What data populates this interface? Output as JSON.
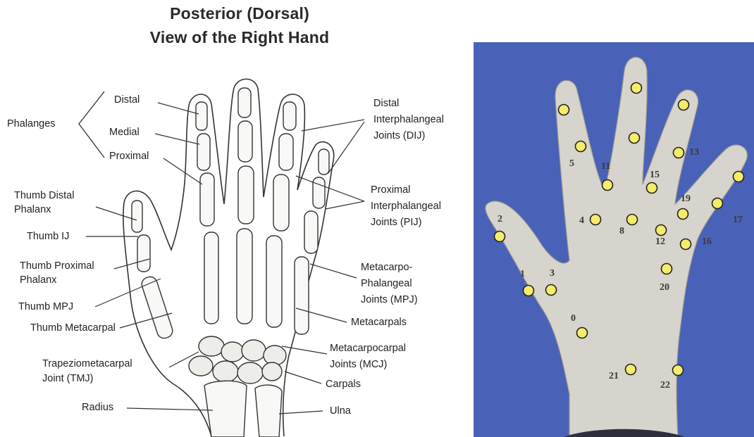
{
  "title": {
    "line1": "Posterior (Dorsal)",
    "line2": "View of the Right Hand"
  },
  "labels": {
    "phalanges": "Phalanges",
    "distal": "Distal",
    "medial": "Medial",
    "proximal": "Proximal",
    "dij_1": "Distal",
    "dij_2": "Interphalangeal",
    "dij_3": "Joints  (DIJ)",
    "pij_1": "Proximal",
    "pij_2": "Interphalangeal",
    "pij_3": "Joints  (PIJ)",
    "thumb_distal_1": "Thumb Distal",
    "thumb_distal_2": "Phalanx",
    "thumb_ij": "Thumb IJ",
    "thumb_prox_1": "Thumb Proximal",
    "thumb_prox_2": "Phalanx",
    "thumb_mpj": "Thumb MPJ",
    "thumb_metacarpal": "Thumb Metacarpal",
    "mpj_1": "Metacarpo-",
    "mpj_2": "Phalangeal",
    "mpj_3": "Joints  (MPJ)",
    "metacarpals": "Metacarpals",
    "mcj_1": "Metacarpocarpal",
    "mcj_2": "Joints  (MCJ)",
    "tmj_1": "Trapeziometacarpal",
    "tmj_2": "Joint (TMJ)",
    "carpals": "Carpals",
    "radius": "Radius",
    "ulna": "Ulna"
  },
  "marker_labels": [
    "0",
    "1",
    "2",
    "3",
    "4",
    "5",
    "8",
    "11",
    "12",
    "13",
    "15",
    "16",
    "17",
    "19",
    "20",
    "21",
    "22"
  ],
  "colors": {
    "photo_background": "#4a61b8",
    "glove": "#d6d4cc",
    "marker_fill": "#f4ec6a",
    "marker_stroke": "#222222"
  }
}
